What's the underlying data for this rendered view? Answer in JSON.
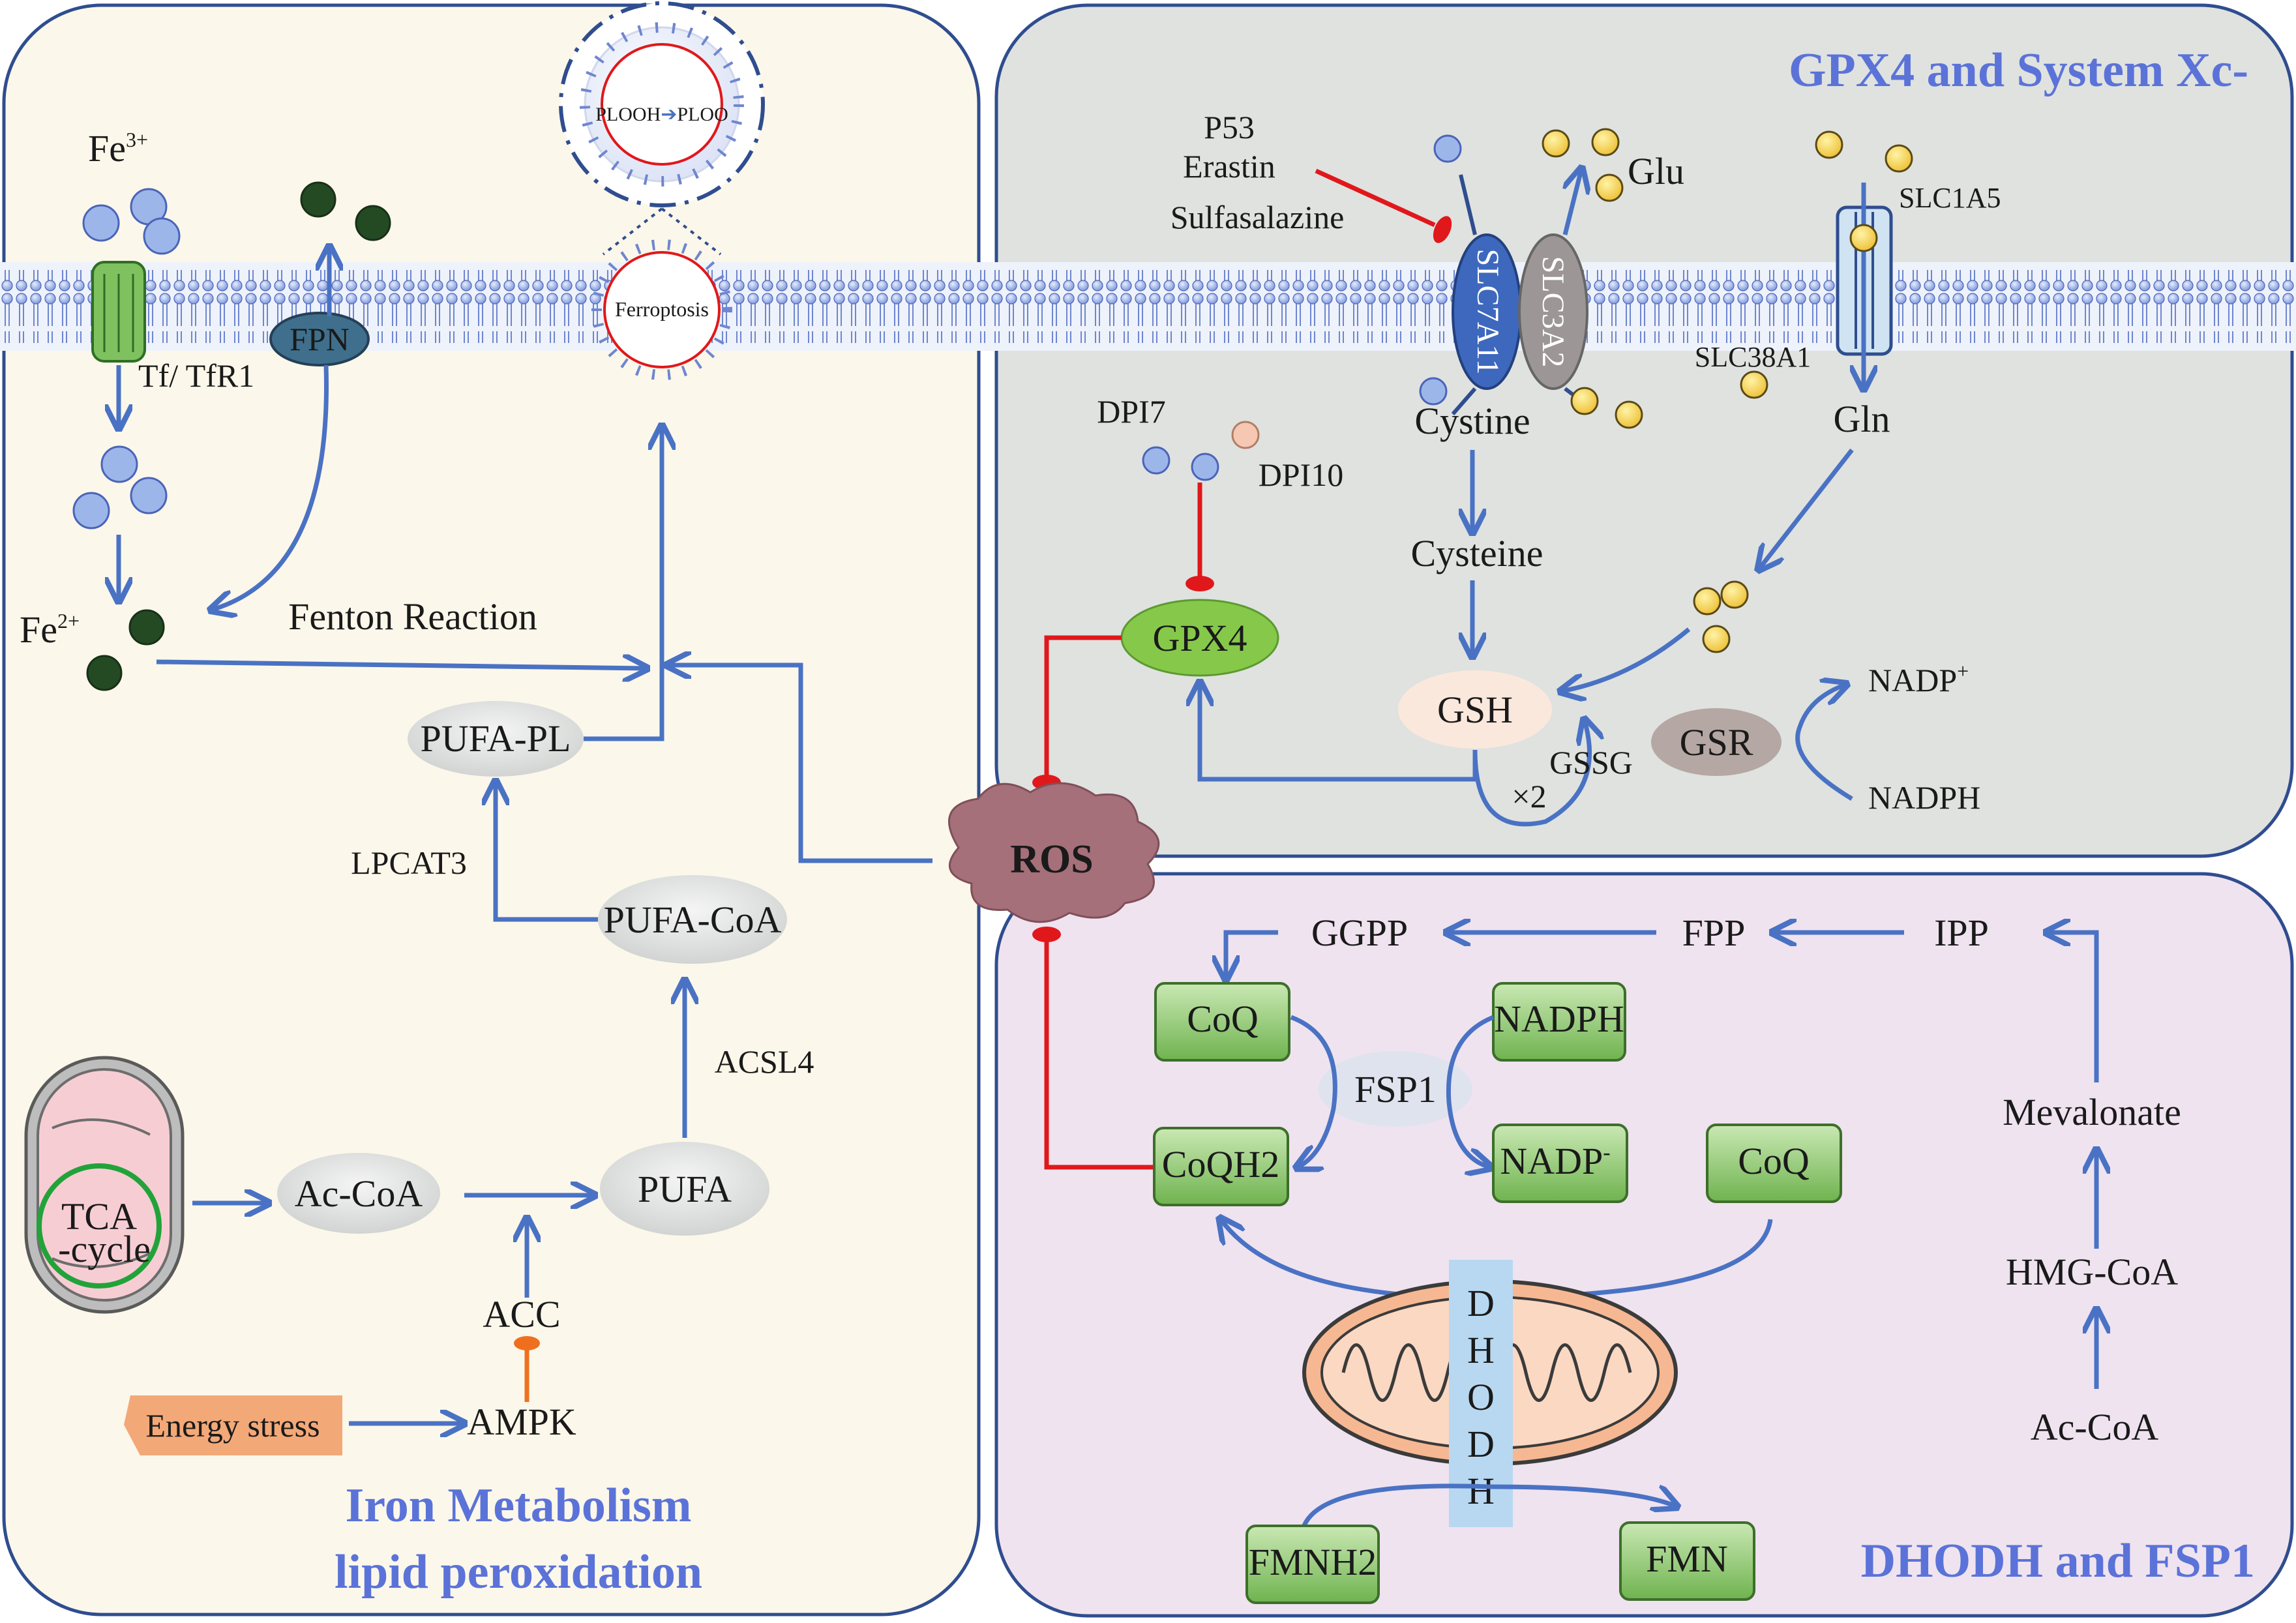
{
  "colors": {
    "arrow": "#4a72c4",
    "inhibit": "#e0181b",
    "panel_iron": "#fbf7ea",
    "panel_gpx4": "#dfe2df",
    "panel_dhodh": "#efe3ef",
    "title": "#5b73d8",
    "membrane_bead": "#8fa7e6",
    "green_box": "#7fbf63",
    "ros_cloud": "#a5707a"
  },
  "panels": {
    "iron": {
      "title_line1": "Iron Metabolism",
      "title_line2": "lipid peroxidation"
    },
    "gpx4": {
      "title": "GPX4 and System Xc-"
    },
    "dhodh": {
      "title": "DHODH and FSP1"
    }
  },
  "iron": {
    "fe3": "Fe",
    "fe3_sup": "3+",
    "fe2": "Fe",
    "fe2_sup": "2+",
    "tf_tfr1": "Tf/ TfR1",
    "fpn": "FPN",
    "fenton": "Fenton Reaction",
    "pufa_pl": "PUFA-PL",
    "lpcat3": "LPCAT3",
    "pufa_coa": "PUFA-CoA",
    "acsl4": "ACSL4",
    "pufa": "PUFA",
    "ac_coa": "Ac-CoA",
    "acc": "ACC",
    "ampk": "AMPK",
    "energy_stress": "Energy stress",
    "tca_line1": "TCA",
    "tca_line2": "-cycle",
    "plooh": "PLOOH",
    "ploo": "PLOO",
    "ferroptosis": "Ferroptosis"
  },
  "gpx4": {
    "p53": "P53",
    "erastin": "Erastin",
    "sulfasalazine": "Sulfasalazine",
    "slc7a11": "SLC7A11",
    "slc3a2": "SLC3A2",
    "glu": "Glu",
    "slc1a5": "SLC1A5",
    "slc38a1": "SLC38A1",
    "cystine": "Cystine",
    "gln": "Gln",
    "dpi7": "DPI7",
    "dpi10": "DPI10",
    "cysteine": "Cysteine",
    "gpx4": "GPX4",
    "gsh": "GSH",
    "gssg": "GSSG",
    "x2": "×2",
    "gsr": "GSR",
    "nadp_plus": "NADP",
    "nadp_plus_sup": "+",
    "nadph": "NADPH"
  },
  "ros": "ROS",
  "dhodh": {
    "ggpp": "GGPP",
    "fpp": "FPP",
    "ipp": "IPP",
    "coq_top": "CoQ",
    "nadph": "NADPH",
    "fsp1": "FSP1",
    "coqh2": "CoQH2",
    "nadp_minus": "NADP",
    "nadp_minus_sup": "-",
    "coq_right": "CoQ",
    "mevalonate": "Mevalonate",
    "hmg_coa": "HMG-CoA",
    "ac_coa": "Ac-CoA",
    "dhodh_letters": [
      "D",
      "H",
      "O",
      "D",
      "H"
    ],
    "fmnh2": "FMNH2",
    "fmn": "FMN"
  }
}
